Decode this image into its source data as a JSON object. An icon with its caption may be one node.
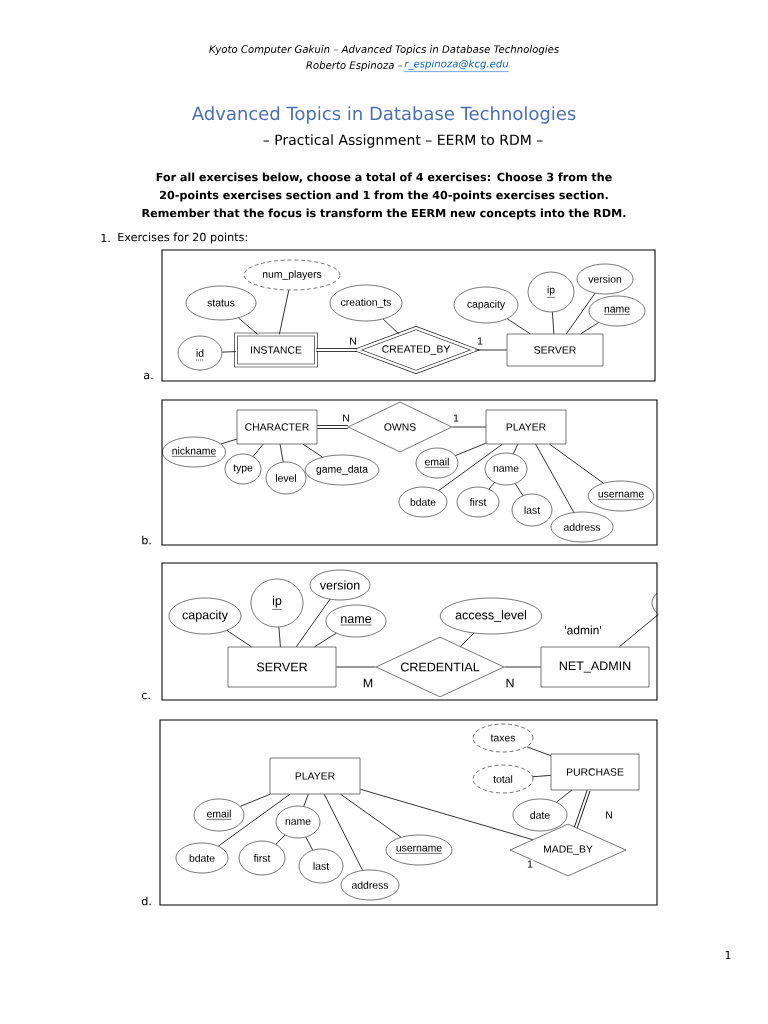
{
  "diagram": {
    "title": "Advanced Topics in Database Technologies",
    "nodes": [
      {
        "text": [
          "num_players"
        ]
      },
      {
        "text": [
          "status"
        ]
      },
      {
        "text": [
          "creation_ts"
        ]
      },
      {
        "text": [
          "id"
        ]
      },
      {
        "text": [
          "INSTANCE"
        ]
      },
      {
        "text": [
          "CREATED_BY"
        ]
      },
      {
        "text": [
          "SERVER"
        ]
      },
      {
        "text": [
          "capacity"
        ]
      },
      {
        "text": [
          "ip"
        ]
      },
      {
        "text": [
          "version"
        ]
      },
      {
        "text": [
          "name"
        ]
      },
      {
        "text": [
          "CHARACTER"
        ]
      },
      {
        "text": [
          "OWNS"
        ]
      },
      {
        "text": [
          "PLAYER"
        ]
      },
      {
        "text": [
          "nickname"
        ]
      },
      {
        "text": [
          "type"
        ]
      },
      {
        "text": [
          "level"
        ]
      },
      {
        "text": [
          "game_data"
        ]
      },
      {
        "text": [
          "email"
        ]
      },
      {
        "text": [
          "name"
        ]
      },
      {
        "text": [
          "bdate"
        ]
      },
      {
        "text": [
          "first"
        ]
      },
      {
        "text": [
          "last"
        ]
      },
      {
        "text": [
          "address"
        ]
      },
      {
        "text": [
          "username"
        ]
      },
      {
        "text": [
          "SERVER"
        ]
      },
      {
        "text": [
          "CREDENTIAL"
        ]
      },
      {
        "text": [
          "NET_ADMIN"
        ]
      },
      {
        "text": [
          "capacity"
        ]
      },
      {
        "text": [
          "ip"
        ]
      },
      {
        "text": [
          "version"
        ]
      },
      {
        "text": [
          "name"
        ]
      },
      {
        "text": [
          "access_level"
        ]
      },
      {
        "text": [],
        "shape": "circle"
      },
      {
        "text": [
          "PLAYER"
        ]
      },
      {
        "text": [
          "PURCHASE"
        ]
      },
      {
        "text": [
          "MADE_BY"
        ]
      },
      {
        "text": [
          "taxes"
        ]
      },
      {
        "text": [
          "total"
        ]
      },
      {
        "text": [
          "date"
        ]
      },
      {
        "text": [
          "email"
        ]
      },
      {
        "text": [
          "name"
        ]
      },
      {
        "text": [
          "bdate"
        ]
      },
      {
        "text": [
          "first"
        ]
      },
      {
        "text": [
          "last"
        ]
      },
      {
        "text": [
          "address"
        ]
      },
      {
        "text": [
          "username"
        ]
      }
    ],
    "edges": [
      {
        "from": 1,
        "to": 4,
        "arrow": "none"
      },
      {
        "from": 0,
        "to": 4,
        "arrow": "none"
      },
      {
        "from": 3,
        "to": 4,
        "arrow": "none"
      },
      {
        "from": 2,
        "to": 5,
        "arrow": "none"
      },
      {
        "from": 4,
        "to": 5,
        "arrow": "none",
        "label": "N",
        "style": "thick"
      },
      {
        "from": 5,
        "to": 6,
        "arrow": "none",
        "label": "1"
      },
      {
        "from": 7,
        "to": 6,
        "arrow": "none"
      },
      {
        "from": 8,
        "to": 6,
        "arrow": "none"
      },
      {
        "from": 9,
        "to": 6,
        "arrow": "none"
      },
      {
        "from": 10,
        "to": 6,
        "arrow": "none"
      },
      {
        "from": 11,
        "to": 12,
        "arrow": "none",
        "label": "N",
        "style": "thick"
      },
      {
        "from": 12,
        "to": 13,
        "arrow": "none",
        "label": "1"
      },
      {
        "from": 14,
        "to": 11,
        "arrow": "none"
      },
      {
        "from": 15,
        "to": 11,
        "arrow": "none"
      },
      {
        "from": 16,
        "to": 11,
        "arrow": "none"
      },
      {
        "from": 17,
        "to": 11,
        "arrow": "none"
      },
      {
        "from": 18,
        "to": 13,
        "arrow": "none"
      },
      {
        "from": 19,
        "to": 13,
        "arrow": "none"
      },
      {
        "from": 20,
        "to": 13,
        "arrow": "none"
      },
      {
        "from": 23,
        "to": 13,
        "arrow": "none"
      },
      {
        "from": 24,
        "to": 13,
        "arrow": "none"
      },
      {
        "from": 21,
        "to": 19,
        "arrow": "none"
      },
      {
        "from": 22,
        "to": 19,
        "arrow": "none"
      },
      {
        "from": 25,
        "to": 26,
        "arrow": "none",
        "label": "M"
      },
      {
        "from": 26,
        "to": 27,
        "arrow": "none",
        "label": "N"
      },
      {
        "from": 28,
        "to": 25,
        "arrow": "none"
      },
      {
        "from": 29,
        "to": 25,
        "arrow": "none"
      },
      {
        "from": 30,
        "to": 25,
        "arrow": "none"
      },
      {
        "from": 31,
        "to": 25,
        "arrow": "none"
      },
      {
        "from": 32,
        "to": 26,
        "arrow": "none"
      },
      {
        "from": 27,
        "to": 33,
        "arrow": "none"
      },
      {
        "from": 34,
        "to": 36,
        "arrow": "none",
        "label": "1"
      },
      {
        "from": 35,
        "to": 36,
        "arrow": "none",
        "label": "N",
        "style": "thick"
      },
      {
        "from": 37,
        "to": 35,
        "arrow": "none"
      },
      {
        "from": 38,
        "to": 35,
        "arrow": "none"
      },
      {
        "from": 39,
        "to": 35,
        "arrow": "none"
      },
      {
        "from": 40,
        "to": 34,
        "arrow": "none"
      },
      {
        "from": 41,
        "to": 34,
        "arrow": "none"
      },
      {
        "from": 42,
        "to": 34,
        "arrow": "none"
      },
      {
        "from": 45,
        "to": 34,
        "arrow": "none"
      },
      {
        "from": 46,
        "to": 34,
        "arrow": "none"
      },
      {
        "from": 43,
        "to": 41,
        "arrow": "none"
      },
      {
        "from": 44,
        "to": 41,
        "arrow": "none"
      }
    ],
    "labels": [
      "Kyoto Computer Gakuin – Advanced Topics in Database Technologies",
      "Roberto Espinoza –",
      "r_espinoza@kcg.edu",
      "– Practical Assignment – EERM to RDM –",
      "For all exercises below, choose a total of 4 exercises: Choose 3 from the 20-points exercises section and 1 from the 40-points exercises section. Remember that the focus is transform the EERM new concepts into the RDM.",
      "1.",
      "Exercises for 20 points:",
      "a.",
      "b.",
      "'admin'",
      "c.",
      "d.",
      "1"
    ]
  }
}
